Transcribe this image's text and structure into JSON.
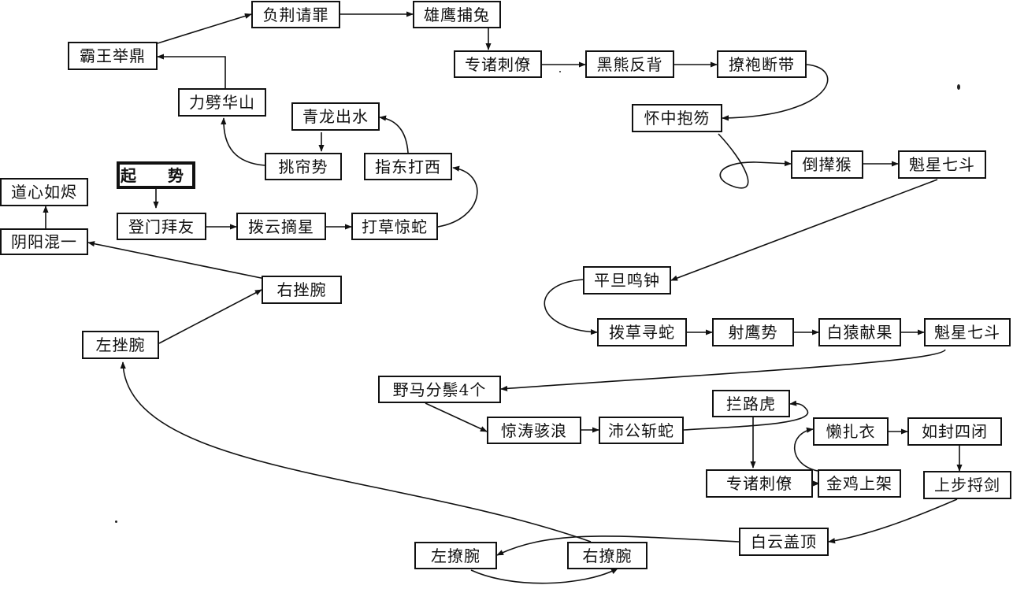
{
  "nodes": {
    "start": "起　势",
    "dengmen": "登门拜友",
    "boyun": "拨云摘星",
    "dacao": "打草惊蛇",
    "zhidong": "指东打西",
    "qinglong": "青龙出水",
    "tiaolian": "挑帘势",
    "lipi": "力劈华山",
    "bawang": "霸王举鼎",
    "fujing": "负荆请罪",
    "xiongying": "雄鹰捕兔",
    "zhuanzhu1": "专诸刺僚",
    "heixiong": "黑熊反背",
    "liaopao": "撩袍断带",
    "huaizhong": "怀中抱笏",
    "daonian": "倒撵猴",
    "kuixing1": "魁星七斗",
    "pingdan": "平旦鸣钟",
    "bocao": "拨草寻蛇",
    "sheying": "射鹰势",
    "baiyuan": "白猿献果",
    "kuixing2": "魁星七斗",
    "yema": "野马分鬃4个",
    "jingtao": "惊涛骇浪",
    "peigong": "沛公斩蛇",
    "lanlu": "拦路虎",
    "zhuanzhu2": "专诸刺僚",
    "lanzha": "懒扎衣",
    "rufeng": "如封四闭",
    "jinji": "金鸡上架",
    "shangbu": "上步捋剑",
    "baiyun": "白云盖顶",
    "zuoliao": "左撩腕",
    "youliao": "右撩腕",
    "zuocuo": "左挫腕",
    "youcuo": "右挫腕",
    "yinyang": "阴阳混一",
    "daoxin": "道心如烬"
  }
}
